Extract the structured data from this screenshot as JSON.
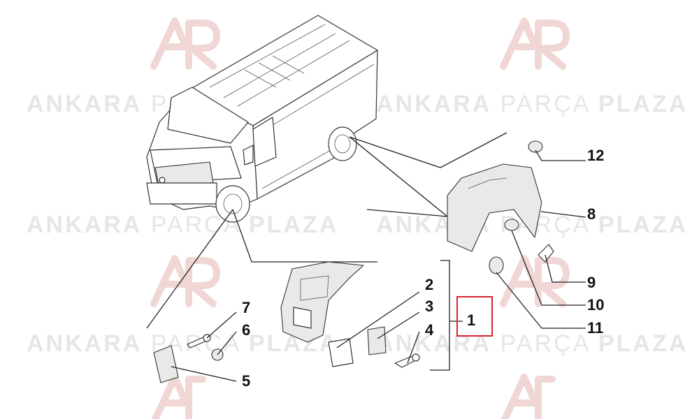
{
  "watermark": {
    "brand_bold_1": "ANKARA",
    "brand_light": "PARÇA",
    "brand_bold_2": "PLAZA",
    "logo_icon": "ap-logo-icon"
  },
  "highlight_color": "#d9232d",
  "parts": [
    {
      "id": "part-1",
      "number": "1"
    },
    {
      "id": "part-2",
      "number": "2"
    },
    {
      "id": "part-3",
      "number": "3"
    },
    {
      "id": "part-4",
      "number": "4"
    },
    {
      "id": "part-5",
      "number": "5"
    },
    {
      "id": "part-6",
      "number": "6"
    },
    {
      "id": "part-7",
      "number": "7"
    },
    {
      "id": "part-8",
      "number": "8"
    },
    {
      "id": "part-9",
      "number": "9"
    },
    {
      "id": "part-10",
      "number": "10"
    },
    {
      "id": "part-11",
      "number": "11"
    },
    {
      "id": "part-12",
      "number": "12"
    }
  ]
}
